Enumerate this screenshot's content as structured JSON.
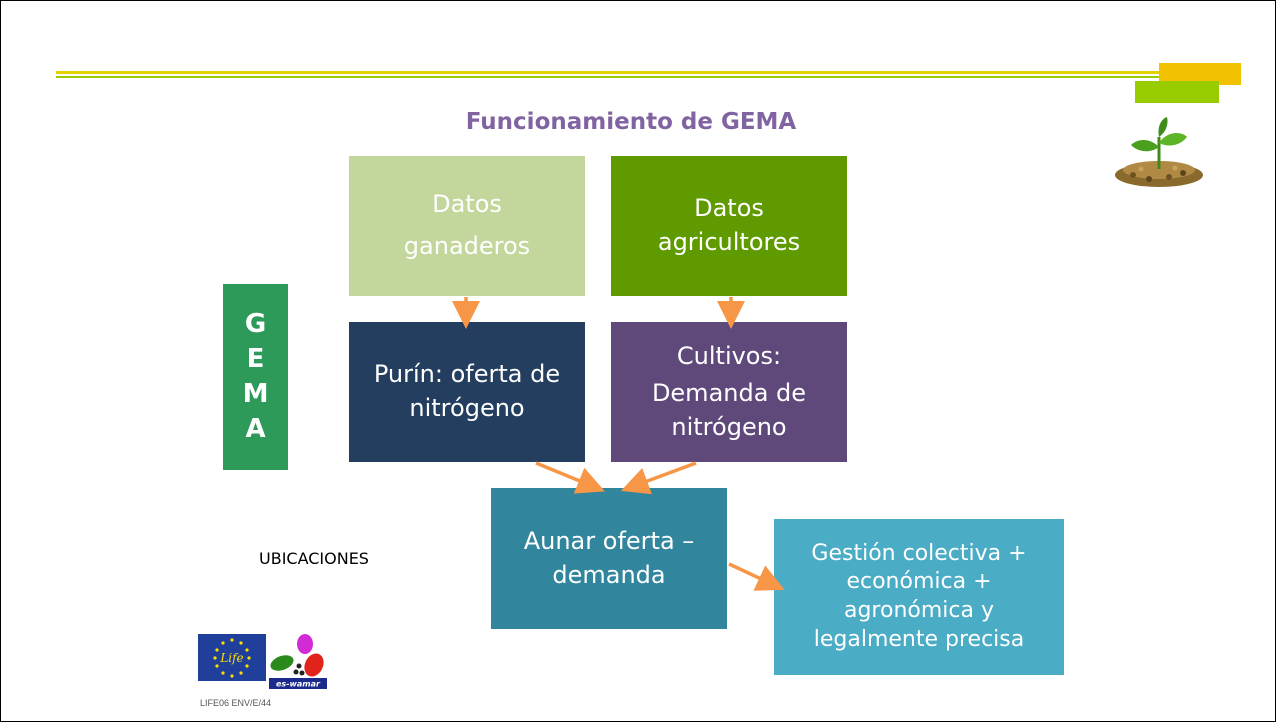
{
  "header": {
    "title": "Funcionamiento de GEMA"
  },
  "side_label": {
    "letters": [
      "G",
      "E",
      "M",
      "A"
    ]
  },
  "boxes": {
    "datos_ganaderos": {
      "line1": "Datos",
      "line2": "ganaderos"
    },
    "datos_agricultores": {
      "line1": "Datos",
      "line2": "agricultores"
    },
    "purin": {
      "line1": "Purín: oferta de",
      "line2": "nitrógeno"
    },
    "cultivos": {
      "line1": "Cultivos:",
      "line2": "Demanda de",
      "line3": "nitrógeno"
    },
    "aunar": {
      "line1": "Aunar oferta –",
      "line2": "demanda"
    },
    "gestion": {
      "line1": "Gestión colectiva +",
      "line2": "económica +",
      "line3": "agronómica y",
      "line4": "legalmente precisa"
    }
  },
  "labels": {
    "ubicaciones": "UBICACIONES"
  },
  "footer": {
    "code": "LIFE06 ENV/E/44"
  },
  "logos": {
    "eu_life": "Life",
    "es_wamar": "es-wamar"
  },
  "colors": {
    "title": "#8064a2",
    "light_green": "#c3d69b",
    "green": "#5f9a00",
    "navy": "#243e5f",
    "purple": "#5f497a",
    "teal": "#31859c",
    "light_teal": "#4bacc6",
    "gema_green": "#2e9a5a",
    "arrow": "#f79646"
  }
}
